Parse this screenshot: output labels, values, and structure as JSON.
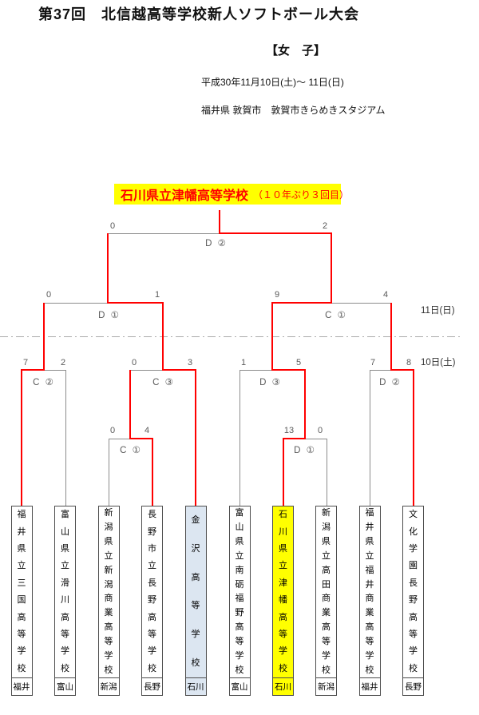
{
  "header": {
    "title": "第37回　北信越高等学校新人ソフトボール大会",
    "gender": "【女　子】",
    "date": "平成30年11月10日(土)～ 11日(日)",
    "venue": "福井県 敦賀市　敦賀市きらめきスタジアム"
  },
  "champion_banner": {
    "school": "石川県立津幡高等学校",
    "note": "（１０年ぶり３回目）"
  },
  "day_labels": {
    "day2": "11日(日)",
    "day1": "10日(土)"
  },
  "matches": {
    "final": {
      "label": "D ②",
      "score_left": "0",
      "score_right": "2"
    },
    "sf_left": {
      "label": "D ①",
      "score_left": "0",
      "score_right": "1"
    },
    "sf_right": {
      "label": "C ①",
      "score_left": "9",
      "score_right": "4"
    },
    "qf1": {
      "label": "C ②",
      "score_left": "7",
      "score_right": "2"
    },
    "qf2": {
      "label": "C ③",
      "score_left": "0",
      "score_right": "3"
    },
    "qf3": {
      "label": "D ③",
      "score_left": "1",
      "score_right": "5"
    },
    "qf4": {
      "label": "D ②",
      "score_left": "7",
      "score_right": "8"
    },
    "r1_left": {
      "label": "C ①",
      "score_left": "0",
      "score_right": "4"
    },
    "r1_right": {
      "label": "D ①",
      "score_left": "13",
      "score_right": "0"
    }
  },
  "teams": [
    {
      "name": "福井県立三国高等学校",
      "pref": "福井",
      "highlight": ""
    },
    {
      "name": "富山県立滑川高等学校",
      "pref": "富山",
      "highlight": ""
    },
    {
      "name": "新潟県立新潟商業高等学校",
      "pref": "新潟",
      "highlight": ""
    },
    {
      "name": "長野市立長野高等学校",
      "pref": "長野",
      "highlight": ""
    },
    {
      "name": "金沢高等学校",
      "pref": "石川",
      "highlight": "#dce6f1"
    },
    {
      "name": "富山県立南砺福野高等学校",
      "pref": "富山",
      "highlight": ""
    },
    {
      "name": "石川県立津幡高等学校",
      "pref": "石川",
      "highlight": "#ffff00"
    },
    {
      "name": "新潟県立高田商業高等学校",
      "pref": "新潟",
      "highlight": ""
    },
    {
      "name": "福井県立福井商業高等学校",
      "pref": "福井",
      "highlight": ""
    },
    {
      "name": "文化学園長野高等学校",
      "pref": "長野",
      "highlight": ""
    }
  ],
  "colors": {
    "winner_path": "#ff0000",
    "bracket_line": "#8c8c8c",
    "banner_bg": "#ffff00",
    "banner_text": "#ff0000",
    "highlight_blue": "#dce6f1",
    "highlight_yellow": "#ffff00"
  }
}
